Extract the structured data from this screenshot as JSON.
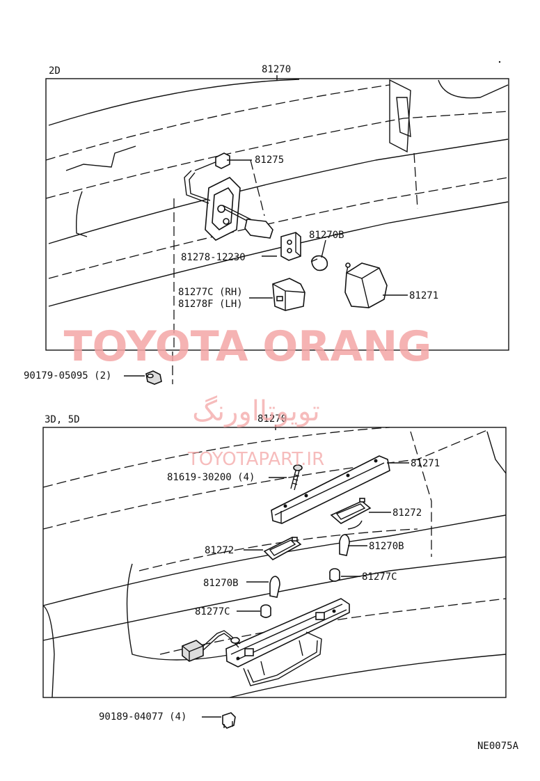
{
  "sections": {
    "top": {
      "label": "2D",
      "assembly": "81270"
    },
    "bottom": {
      "label": "3D, 5D",
      "assembly": "81270"
    }
  },
  "top_callouts": {
    "c81275": "81275",
    "c81278": "81278-12230",
    "c81270b": "81270B",
    "c81277c": "81277C (RH)",
    "c81278f": "81278F (LH)",
    "c81271": "81271",
    "c90179": "90179-05095 (2)"
  },
  "bottom_callouts": {
    "c81619": "81619-30200 (4)",
    "c81271": "81271",
    "c81272a": "81272",
    "c81272b": "81272",
    "c81270b_a": "81270B",
    "c81270b_b": "81270B",
    "c81277c_a": "81277C",
    "c81277c_b": "81277C",
    "c90189": "90189-04077 (4)"
  },
  "watermark": {
    "main": "TOYOTA ORANG",
    "persian": "تویوتااورنگ",
    "url": "TOYOTAPART.IR"
  },
  "figure_code": "NE0075A"
}
